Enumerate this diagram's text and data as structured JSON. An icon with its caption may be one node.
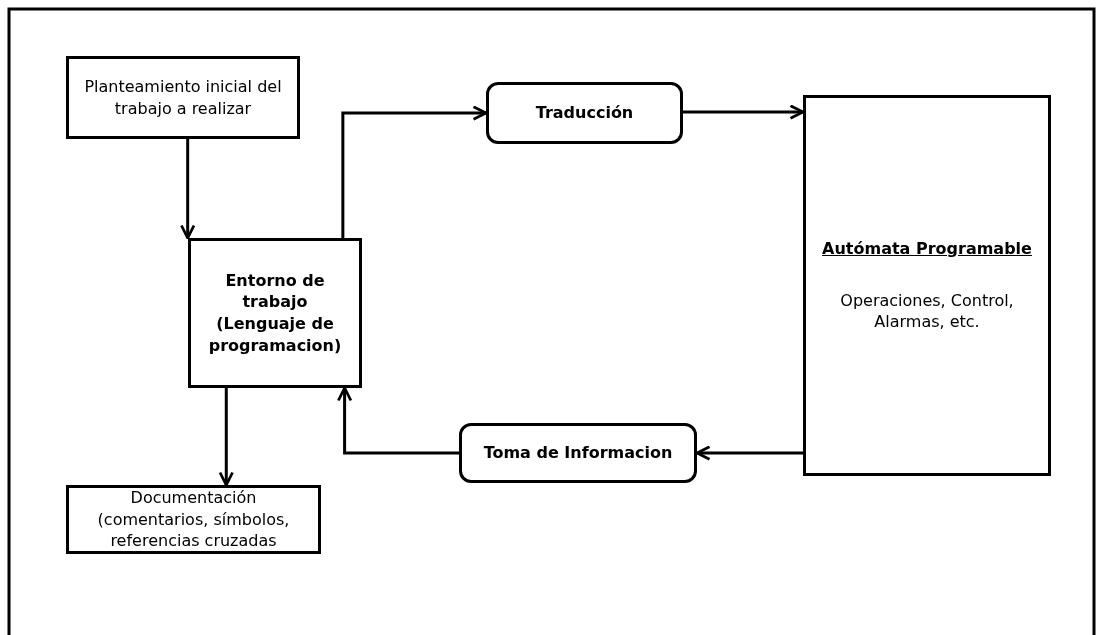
{
  "diagram": {
    "nodes": [
      {
        "text": [
          "Planteamiento inicial del trabajo a realizar"
        ]
      },
      {
        "text": [
          "Entorno de trabajo (Lenguaje de programacion)"
        ]
      },
      {
        "text": [
          "Traducción"
        ]
      },
      {
        "text": [
          "Autómata Programable",
          "Operaciones, Control, Alarmas, etc."
        ]
      },
      {
        "text": [
          "Toma de Informacion"
        ]
      },
      {
        "text": [
          "Documentación (comentarios, símbolos, referencias cruzadas"
        ]
      }
    ],
    "edges": [
      {
        "from": 0,
        "to": 1,
        "arrow": "to"
      },
      {
        "from": 1,
        "to": 2,
        "arrow": "to"
      },
      {
        "from": 2,
        "to": 3,
        "arrow": "to"
      },
      {
        "from": 3,
        "to": 4,
        "arrow": "to"
      },
      {
        "from": 4,
        "to": 1,
        "arrow": "to"
      },
      {
        "from": 1,
        "to": 5,
        "arrow": "to"
      }
    ]
  }
}
